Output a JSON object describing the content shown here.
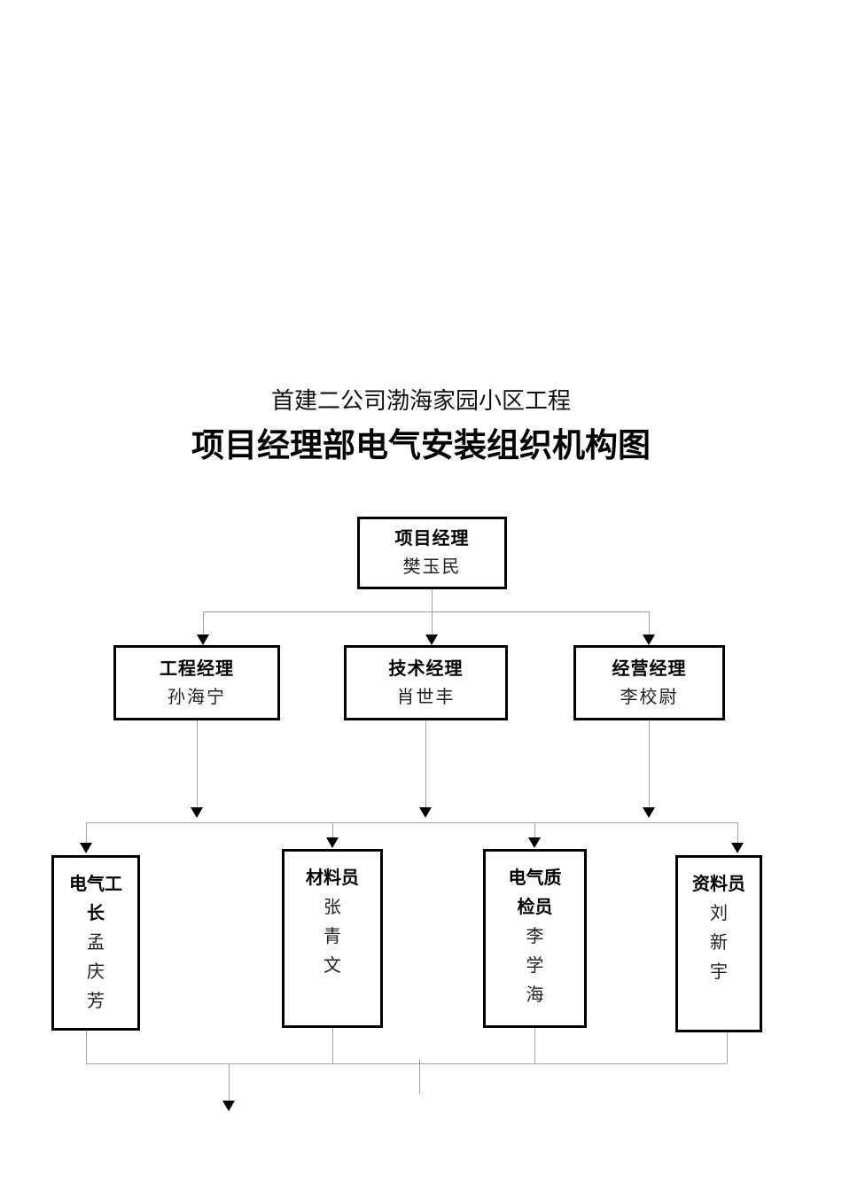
{
  "title": {
    "line1": "首建二公司渤海家园小区工程",
    "line2": "项目经理部电气安装组织机构图"
  },
  "org": {
    "root": {
      "role": "项目经理",
      "name": "樊玉民"
    },
    "managers": [
      {
        "role": "工程经理",
        "name": "孙海宁"
      },
      {
        "role": "技术经理",
        "name": "肖世丰"
      },
      {
        "role": "经营经理",
        "name": "李校尉"
      }
    ],
    "staff": [
      {
        "role": "电气工长",
        "role_lines": [
          "电气工",
          "长"
        ],
        "name": "孟庆芳",
        "name_chars": [
          "孟",
          "庆",
          "芳"
        ]
      },
      {
        "role": "材料员",
        "role_lines": [
          "材料员"
        ],
        "name": "张青文",
        "name_chars": [
          "张",
          "青",
          "文"
        ]
      },
      {
        "role": "电气质检员",
        "role_lines": [
          "电气质",
          "检员"
        ],
        "name": "李学海",
        "name_chars": [
          "李",
          "学",
          "海"
        ]
      },
      {
        "role": "资料员",
        "role_lines": [
          "资料员"
        ],
        "name": "刘新宇",
        "name_chars": [
          "刘",
          "新",
          "宇"
        ]
      }
    ]
  },
  "colors": {
    "connector": "#a3a3a3",
    "box_border": "#000000",
    "background": "#ffffff"
  }
}
